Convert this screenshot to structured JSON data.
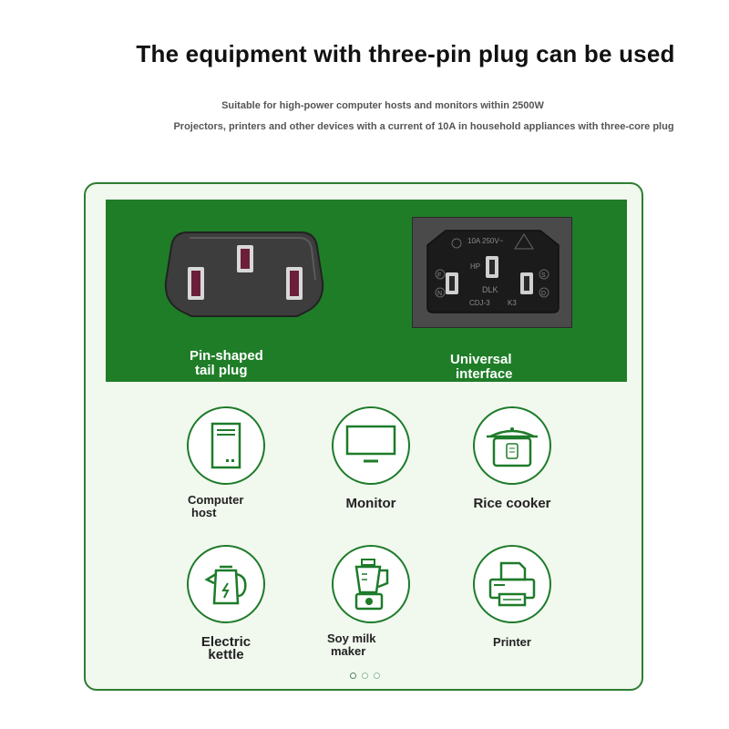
{
  "header": {
    "title": "The equipment with three-pin plug can be used",
    "subtitle_1": "Suitable for high-power computer hosts and monitors within 2500W",
    "subtitle_2": "Projectors, printers and other devices with a current of 10A in household appliances with three-core plug"
  },
  "banner": {
    "tail_plug_line1": "Pin-shaped",
    "tail_plug_line2": "tail plug",
    "universal_line1": "Universal",
    "universal_line2": "interface",
    "socket_rating": "10A  250V~",
    "socket_brand": "DLK",
    "socket_model": "CDJ-3",
    "socket_code": "K3",
    "socket_mark_n": "N",
    "socket_mark_f": "F",
    "socket_mark_s": "S",
    "socket_mark_d": "D",
    "socket_mark_hp": "HP"
  },
  "devices": [
    {
      "label_line1": "Computer",
      "label_line2": "host",
      "icon": "computer-host-icon"
    },
    {
      "label_line1": "Monitor",
      "label_line2": "",
      "icon": "monitor-icon"
    },
    {
      "label_line1": "Rice cooker",
      "label_line2": "",
      "icon": "rice-cooker-icon"
    },
    {
      "label_line1": "Electric",
      "label_line2": "kettle",
      "icon": "electric-kettle-icon"
    },
    {
      "label_line1": "Soy milk",
      "label_line2": "maker",
      "icon": "soy-milk-maker-icon"
    },
    {
      "label_line1": "Printer",
      "label_line2": "",
      "icon": "printer-icon"
    }
  ],
  "pagination": {
    "count": 3,
    "active": 0
  },
  "colors": {
    "brand_green": "#1f7d28",
    "card_border": "#2f7d32",
    "card_bg": "#f1f8ee"
  }
}
